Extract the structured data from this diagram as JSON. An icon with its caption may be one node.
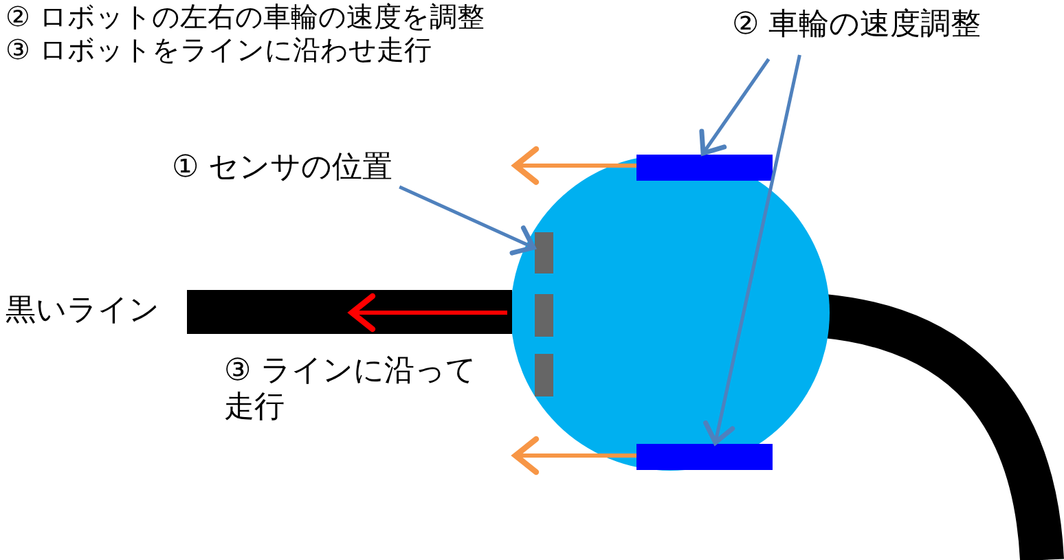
{
  "diagram": {
    "nodes": [
      {
        "text": [
          "① センサの位置"
        ]
      },
      {
        "text": [
          "② 車輪の速度調整"
        ]
      },
      {
        "text": [],
        "shape": "circle"
      },
      {
        "text": [],
        "shape": "bar",
        "in": 2
      },
      {
        "text": [],
        "shape": "bar",
        "in": 2
      },
      {
        "text": [],
        "shape": "bar",
        "in": 2
      },
      {
        "text": [],
        "shape": "bar",
        "in": 2
      },
      {
        "text": [],
        "shape": "bar",
        "in": 2
      },
      {
        "text": [],
        "shape": "bar",
        "beside": [
          "黒いライン"
        ]
      }
    ],
    "edges": [
      {
        "from": 0,
        "to": 5,
        "arrow": "to"
      },
      {
        "from": 1,
        "to": 3,
        "arrow": "to"
      },
      {
        "from": 1,
        "to": 4,
        "arrow": "to"
      },
      {
        "from": 3,
        "to": null,
        "arrow": "to",
        "color": "#f79646"
      },
      {
        "from": 4,
        "to": null,
        "arrow": "to",
        "color": "#f79646"
      }
    ],
    "labels": [
      "② ロボットの左右の車輪の速度を調整",
      "③ ロボットをラインに沿わせ走行",
      "③ ラインに沿って走行"
    ]
  }
}
